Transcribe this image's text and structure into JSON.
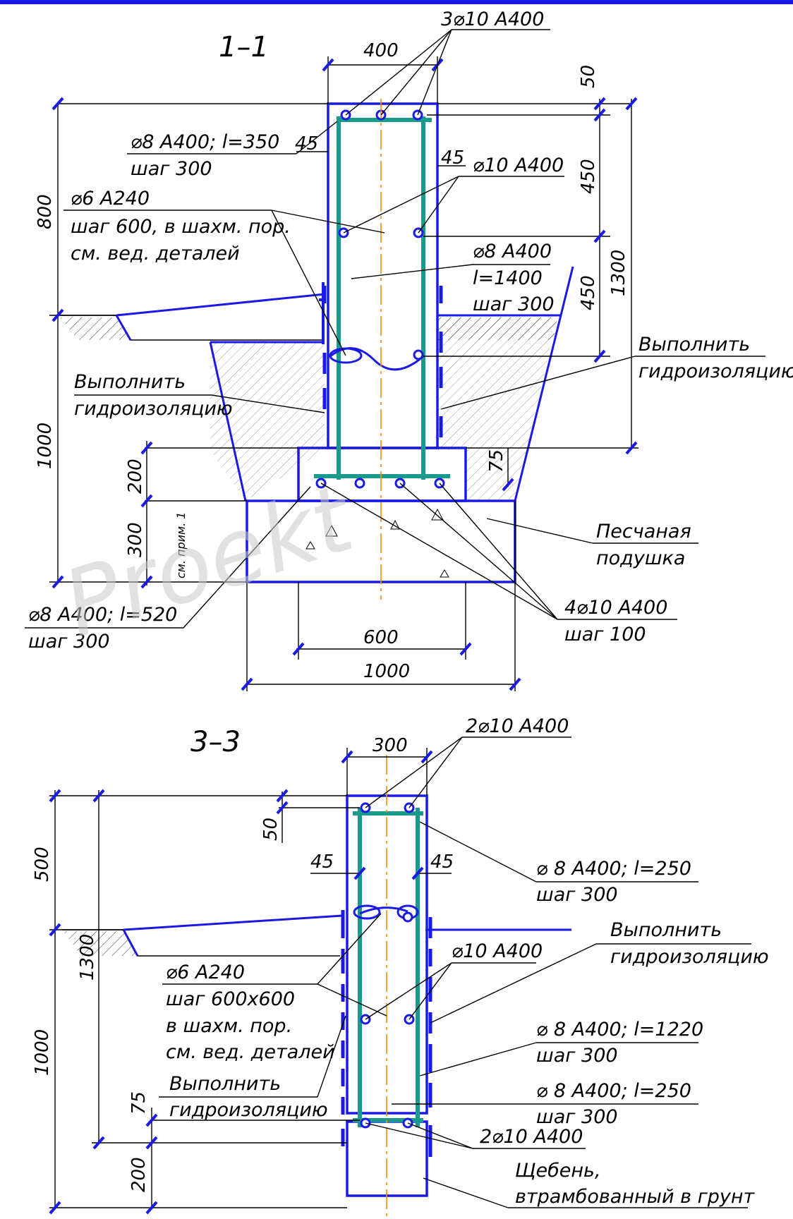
{
  "sections": {
    "s11": {
      "title": "1–1",
      "dims": {
        "top_width": "400",
        "d50": "50",
        "d45_left": "45",
        "d45_right": "45",
        "d450_upper": "450",
        "d450_lower": "450",
        "d1300": "1300",
        "d800": "800",
        "d1000_left": "1000",
        "d200": "200",
        "d300": "300",
        "d75": "75",
        "d600": "600",
        "d1000_bottom": "1000",
        "prim": "см. прим. 1"
      },
      "notes": {
        "top_bars": "3⌀10 А400",
        "stirrup_a": "⌀8 А400; l=350",
        "stirrup_a_step": "шаг 300",
        "tie_a": "⌀6 А240",
        "tie_b": "шаг 600, в шахм. пор.",
        "tie_c": "см. вед. деталей",
        "side_bars": "⌀10 А400",
        "stirrup_b": "⌀8 А400",
        "stirrup_b_len": "l=1400",
        "stirrup_b_step": "шаг 300",
        "waterproof_r1": "Выполнить",
        "waterproof_r2": "гидроизоляцию",
        "waterproof_l1": "Выполнить",
        "waterproof_l2": "гидроизоляцию",
        "sand_1": "Песчаная",
        "sand_2": "подушка",
        "bottom_stirrup": "⌀8 А400; l=520",
        "bottom_stirrup_step": "шаг 300",
        "bottom_bars": "4⌀10 А400",
        "bottom_bars_step": "шаг 100"
      }
    },
    "s33": {
      "title": "3–3",
      "dims": {
        "top_width": "300",
        "d50": "50",
        "d45_left": "45",
        "d45_right": "45",
        "d500": "500",
        "d1300": "1300",
        "d1000": "1000",
        "d75": "75",
        "d200": "200"
      },
      "notes": {
        "top_bars": "2⌀10 А400",
        "stirrup_a": "⌀ 8 А400; l=250",
        "stirrup_a_step": "шаг 300",
        "waterproof_r1": "Выполнить",
        "waterproof_r2": "гидроизоляцию",
        "side_bars": "⌀10 А400",
        "tie_a": "⌀6 А240",
        "tie_b": "шаг 600х600",
        "tie_c": "в шахм. пор.",
        "tie_d": "см. вед. деталей",
        "stirrup_b": "⌀ 8 А400; l=1220",
        "stirrup_b_step": "шаг 300",
        "stirrup_c": "⌀ 8 А400; l=250",
        "stirrup_c_step": "шаг 300",
        "waterproof_l1": "Выполнить",
        "waterproof_l2": "гидроизоляцию",
        "bottom_bars": "2⌀10 А400",
        "gravel_1": "Щебень,",
        "gravel_2": "втрамбованный в грунт"
      }
    }
  },
  "watermark": "Proekt",
  "colors": {
    "structure": "#1a1ae6",
    "rebar": "#1a9a8a",
    "axis": "#ff8c00",
    "line": "#000000"
  }
}
